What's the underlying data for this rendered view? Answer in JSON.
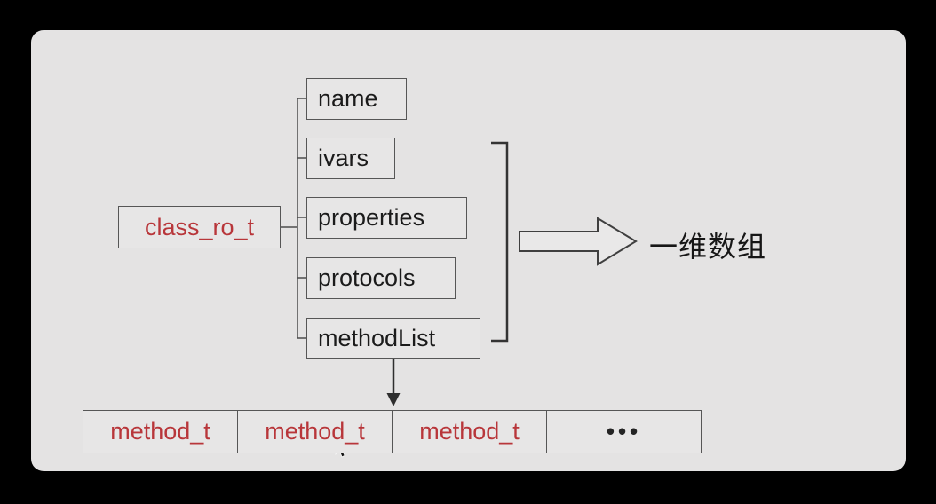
{
  "colors": {
    "background": "#000000",
    "panel": "#e4e3e3",
    "box_border": "#565656",
    "accent_red": "#b8363a",
    "text_dark": "#1b1b1b"
  },
  "diagram": {
    "root": {
      "label": "class_ro_t"
    },
    "fields": [
      {
        "label": "name"
      },
      {
        "label": "ivars"
      },
      {
        "label": "properties"
      },
      {
        "label": "protocols"
      },
      {
        "label": "methodList"
      }
    ],
    "annotation": {
      "label": "一维数组"
    },
    "method_list_cells": [
      {
        "label": "method_t"
      },
      {
        "label": "method_t"
      },
      {
        "label": "method_t"
      },
      {
        "label": "•••"
      }
    ]
  }
}
